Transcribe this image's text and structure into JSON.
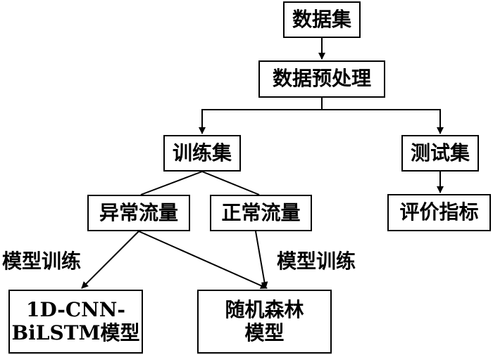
{
  "nodes": {
    "dataset": "数据集",
    "preprocess": "数据预处理",
    "train_set": "训练集",
    "test_set": "测试集",
    "anomaly_traffic": "异常流量",
    "normal_traffic": "正常流量",
    "eval_metrics": "评价指标",
    "cnn_model_line1": "1D-CNN-",
    "cnn_model_line2": "BiLSTM模型",
    "rf_model_line1": "随机森林",
    "rf_model_line2": "模型"
  },
  "edge_labels": {
    "left": "模型训练",
    "right": "模型训练"
  }
}
